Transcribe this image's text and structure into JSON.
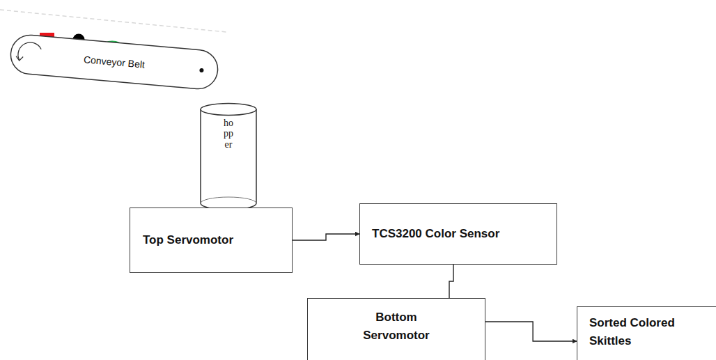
{
  "diagram": {
    "nodes": [
      {
        "text": [
          "Conveyor Belt"
        ]
      },
      {
        "text": [
          "hopper"
        ]
      },
      {
        "text": [
          "Top Servomotor"
        ]
      },
      {
        "text": [
          "TCS3200 Color Sensor"
        ]
      },
      {
        "text": [
          "Bottom Servomotor"
        ]
      },
      {
        "text": [
          "Sorted Colored Skittles"
        ]
      }
    ],
    "edges": [
      {
        "from": 2,
        "to": 3,
        "arrow": "to"
      },
      {
        "from": 3,
        "to": 4,
        "arrow": "none"
      },
      {
        "from": 4,
        "to": 5,
        "arrow": "to"
      }
    ]
  }
}
